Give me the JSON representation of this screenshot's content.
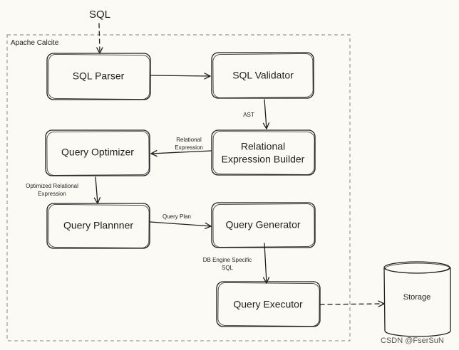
{
  "diagram": {
    "input_label": "SQL",
    "container_label": "Apache Calcite",
    "nodes": {
      "sql_parser": "SQL Parser",
      "sql_validator": "SQL Validator",
      "relational_expression_builder": [
        "Relational",
        "Expression Builder"
      ],
      "query_optimizer": "Query Optimizer",
      "query_plannner": "Query Plannner",
      "query_generator": "Query Generator",
      "query_executor": "Query Executor",
      "storage": "Storage"
    },
    "edges": {
      "ast": "AST",
      "relational_expression": [
        "Relational",
        "Expression"
      ],
      "optimized_relational_expression": [
        "Optimized Relational",
        "Expression"
      ],
      "query_plan": "Query Plan",
      "db_engine_specific_sql": [
        "DB Engine Specific",
        "SQL"
      ]
    }
  },
  "watermark": "CSDN @FserSuN"
}
